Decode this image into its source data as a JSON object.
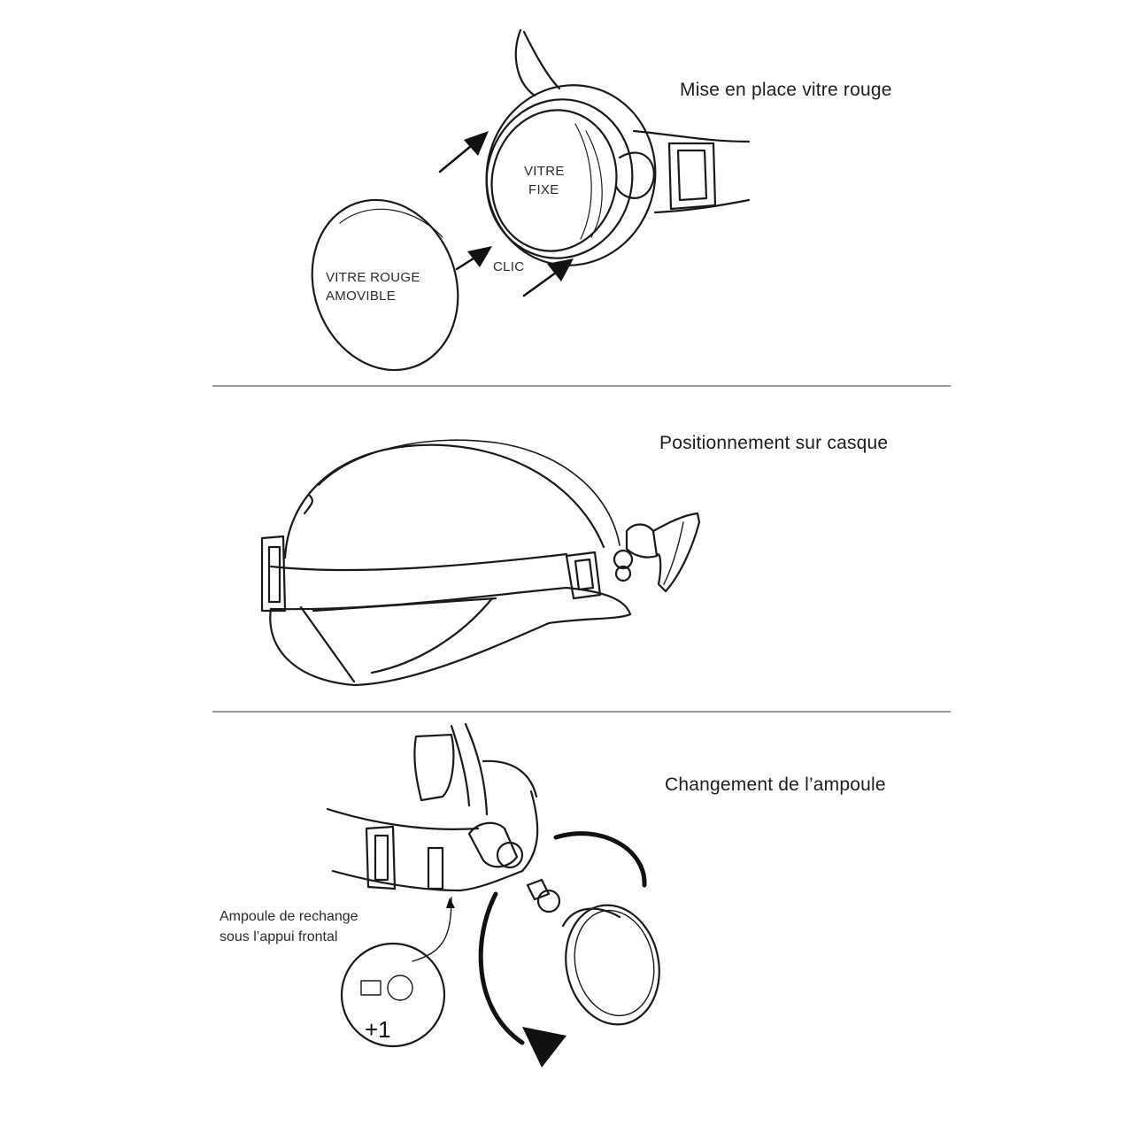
{
  "sections": [
    {
      "title": "Mise en place vitre rouge",
      "labels": {
        "fixed_glass_line1": "VITRE",
        "fixed_glass_line2": "FIXE",
        "red_glass_line1": "VITRE ROUGE",
        "red_glass_line2": "AMOVIBLE",
        "click": "CLIC"
      }
    },
    {
      "title": "Positionnement sur casque"
    },
    {
      "title": "Changement de l’ampoule",
      "labels": {
        "spare_line1": "Ampoule de rechange",
        "spare_line2": "sous l’appui frontal",
        "count": "+1"
      }
    }
  ]
}
